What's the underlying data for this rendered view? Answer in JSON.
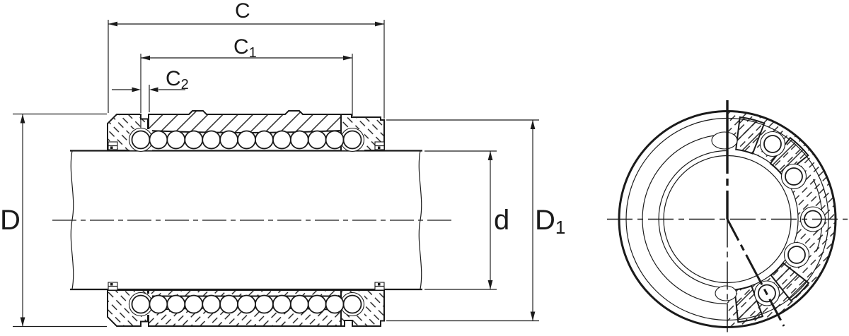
{
  "drawing": {
    "background": "#ffffff",
    "ink": "#1a1a1a",
    "dimensions": {
      "overall_length": {
        "main": "C",
        "sub": ""
      },
      "inner_length": {
        "main": "C",
        "sub": "1"
      },
      "end_offset": {
        "main": "C",
        "sub": "2"
      },
      "outer_diameter": {
        "main": "D",
        "sub": ""
      },
      "shaft_diameter": {
        "main": "d",
        "sub": ""
      },
      "step_diameter": {
        "main": "D",
        "sub": "1"
      }
    }
  }
}
